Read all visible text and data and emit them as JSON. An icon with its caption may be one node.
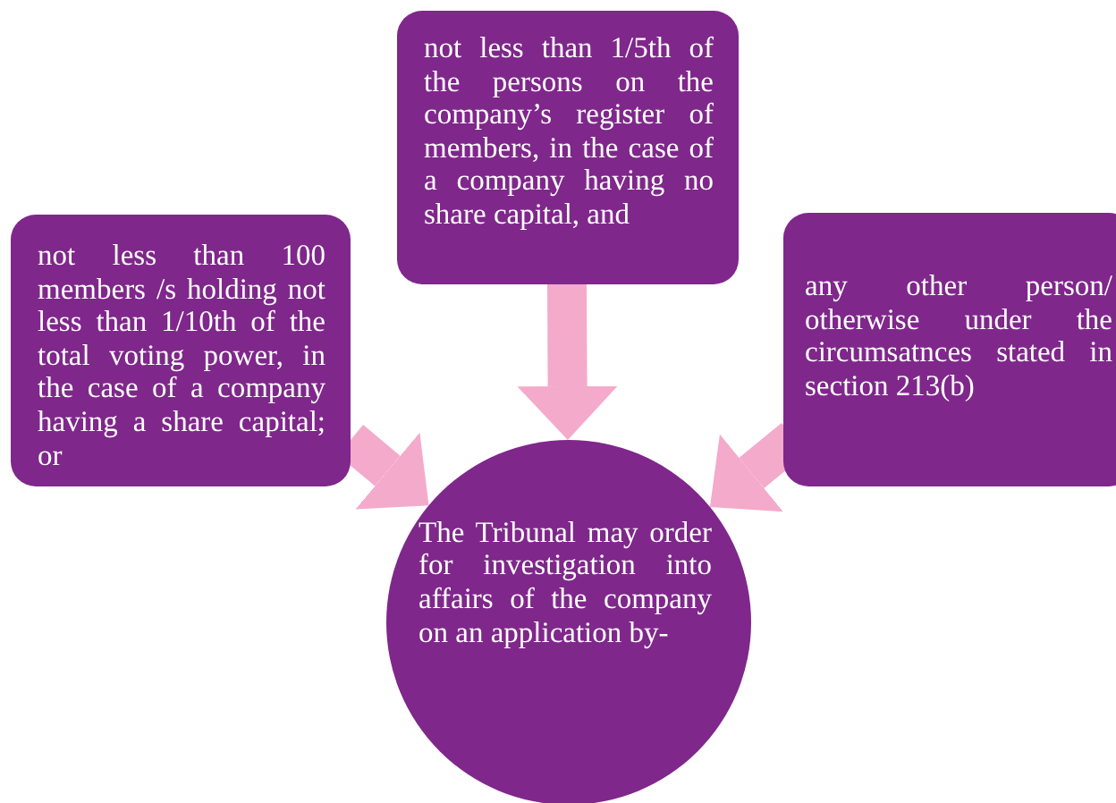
{
  "diagram": {
    "nodes": [
      {
        "text": [
          "not less than 1/5th of the persons on the company’s register of members, in the case of a company having no share capital, and"
        ]
      },
      {
        "text": [
          "not less than 100 members /s holding not less than 1/10th of the total voting power, in the case of a company having a share capital; or"
        ]
      },
      {
        "text": [
          "any other person/ otherwise under the circumsatnces stated in section 213(b)"
        ]
      },
      {
        "text": [
          "The Tribunal may order for investigation into affairs of the company on an application by-"
        ]
      }
    ],
    "edges": [
      {
        "from": 0,
        "to": 3,
        "arrow": "to"
      },
      {
        "from": 1,
        "to": 3,
        "arrow": "to"
      },
      {
        "from": 2,
        "to": 3,
        "arrow": "to"
      }
    ]
  }
}
